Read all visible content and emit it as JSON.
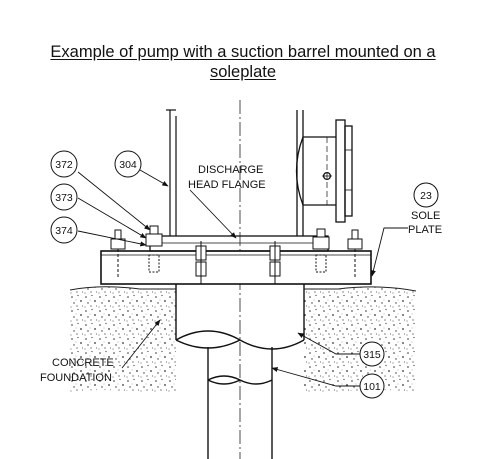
{
  "title_line1": "Example of pump with a suction barrel mounted on a",
  "title_line2": "soleplate",
  "labels": {
    "discharge_1": "DISCHARGE",
    "discharge_2": "HEAD FLANGE",
    "sole_1": "SOLE",
    "sole_2": "PLATE",
    "concrete_1": "CONCRETE",
    "concrete_2": "FOUNDATION"
  },
  "callouts": {
    "c372": "372",
    "c304": "304",
    "c373": "373",
    "c374": "374",
    "c23": "23",
    "c315": "315",
    "c101": "101"
  }
}
